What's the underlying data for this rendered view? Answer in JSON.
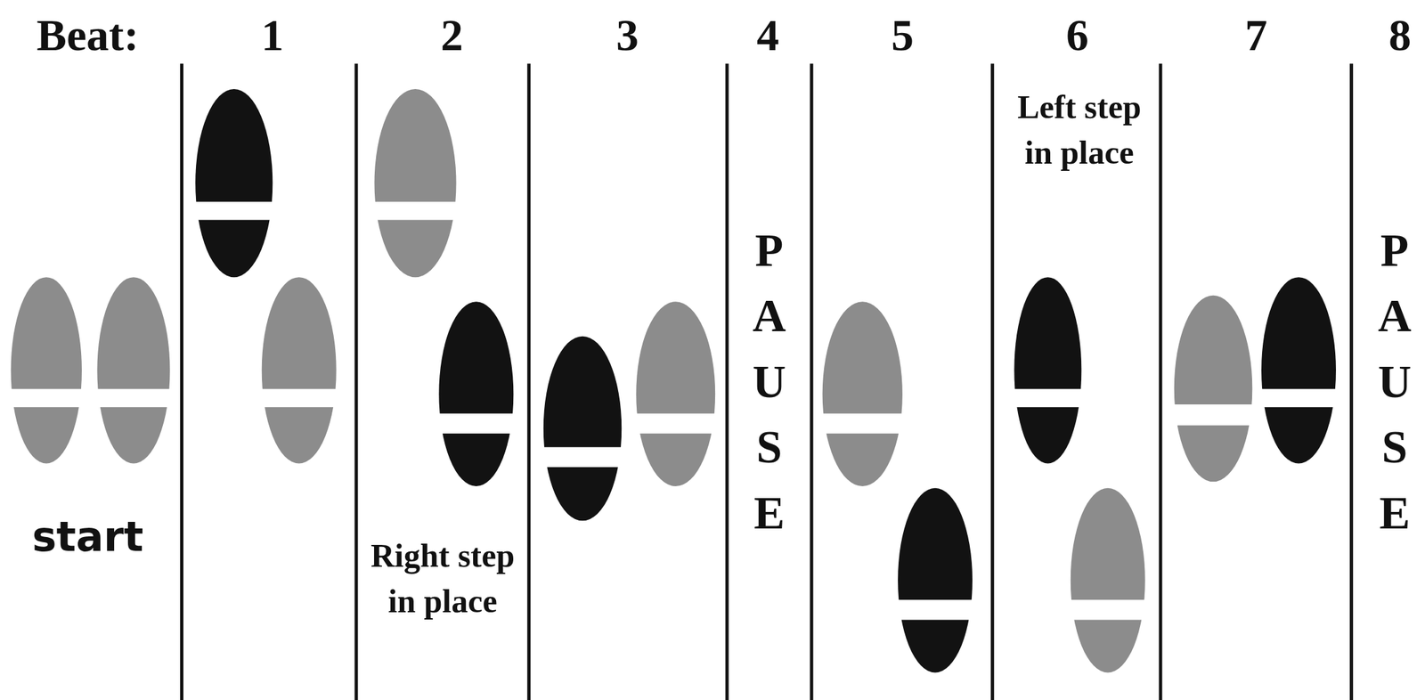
{
  "diagram": {
    "labels": [
      "Beat:",
      "1",
      "2",
      "3",
      "4",
      "5",
      "6",
      "7",
      "8",
      "start",
      "Right step in place",
      "PAUSE",
      "Left step in place",
      "PAUSE"
    ]
  }
}
